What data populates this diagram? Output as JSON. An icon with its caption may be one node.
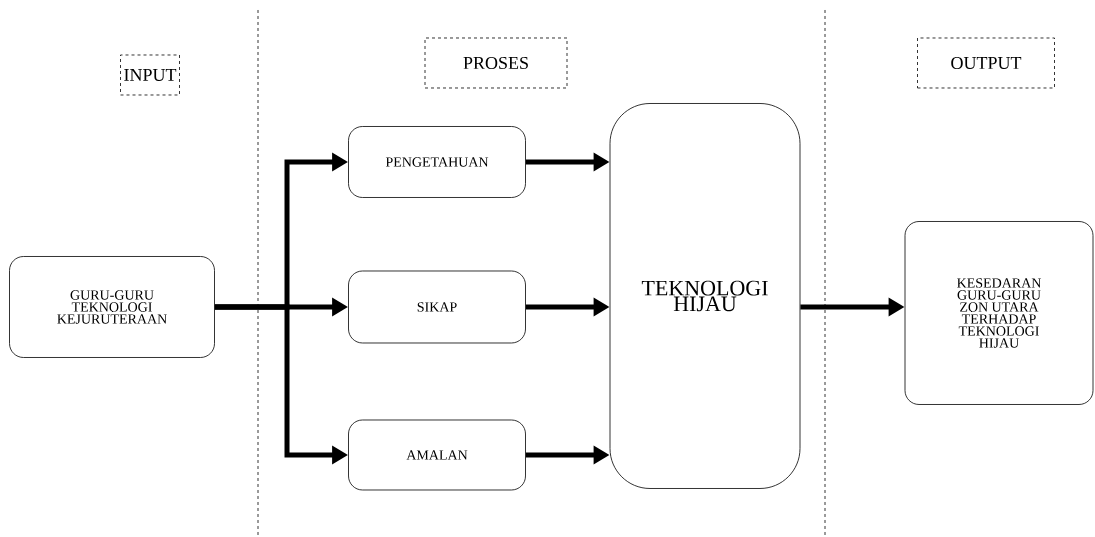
{
  "diagram": {
    "nodes": [
      {
        "text": [
          "INPUT"
        ]
      },
      {
        "text": [
          "PROSES"
        ]
      },
      {
        "text": [
          "OUTPUT"
        ]
      },
      {
        "text": [
          "GURU-GURU TEKNOLOGI KEJURUTERAAN"
        ]
      },
      {
        "text": [
          "PENGETAHUAN"
        ]
      },
      {
        "text": [
          "SIKAP"
        ]
      },
      {
        "text": [
          "AMALAN"
        ]
      },
      {
        "text": [
          "TEKNOLOGI HIJAU"
        ]
      },
      {
        "text": [
          "KESEDARAN GURU-GURU ZON UTARA TERHADAP TEKNOLOGI HIJAU"
        ]
      }
    ],
    "edges": [
      {
        "from": 3,
        "to": 4,
        "arrow": "to"
      },
      {
        "from": 3,
        "to": 5,
        "arrow": "to"
      },
      {
        "from": 3,
        "to": 6,
        "arrow": "to"
      },
      {
        "from": 4,
        "to": 7,
        "arrow": "to"
      },
      {
        "from": 5,
        "to": 7,
        "arrow": "to"
      },
      {
        "from": 6,
        "to": 7,
        "arrow": "to"
      },
      {
        "from": 7,
        "to": 8,
        "arrow": "to"
      }
    ]
  }
}
